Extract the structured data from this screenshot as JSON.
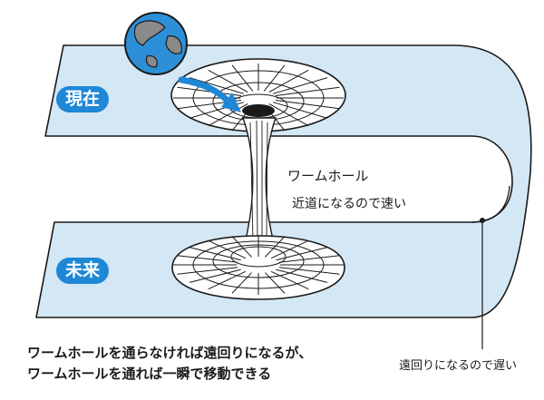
{
  "diagram": {
    "badges": {
      "present": "現在",
      "future": "未来"
    },
    "wormhole_label": "ワームホール",
    "wormhole_note": "近道になるので速い",
    "detour_note": "遠回りになるので遅い",
    "caption_line1": "ワームホールを通らなければ遠回りになるが、",
    "caption_line2": "ワームホールを通れば一瞬で移動できる"
  },
  "colors": {
    "sheet_fill": "#d4e7f5",
    "badge": "#1e88d6",
    "arrow": "#1e88d6",
    "ocean": "#2d8fd8",
    "land": "#8a8a8a",
    "line": "#1a1a1a"
  }
}
